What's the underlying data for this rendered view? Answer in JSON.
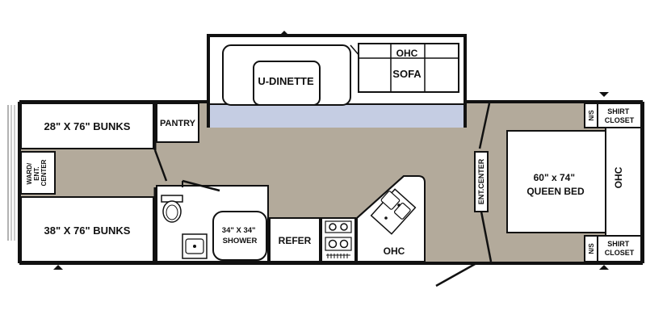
{
  "floorplan": {
    "colors": {
      "wall": "#111111",
      "floor": "#b3aa9b",
      "room": "#ffffff",
      "slideout_floor": "#c5cde3",
      "fixture": "#8a8a8a"
    },
    "labels": {
      "bunk_top": "28\" X 76\" BUNKS",
      "bunk_bottom": "38\" X 76\" BUNKS",
      "wardrobe": [
        "WARD/",
        "ENT.",
        "CENTER"
      ],
      "pantry": "PANTRY",
      "dinette": "U-DINETTE",
      "sofa": "SOFA",
      "ohc_sofa": "OHC",
      "shower": [
        "34\" X 34\"",
        "SHOWER"
      ],
      "refer": "REFER",
      "ohc_kitchen": "OHC",
      "ent_center": "ENT.CENTER",
      "queen_bed": [
        "60\" x 74\"",
        "QUEEN BED"
      ],
      "ohc_bedroom": "OHC",
      "ns_top": [
        "N/S"
      ],
      "ns_bottom": [
        "N/S"
      ],
      "shirt_closet_top": [
        "SHIRT",
        "CLOSET"
      ],
      "shirt_closet_bottom": [
        "SHIRT",
        "CLOSET"
      ]
    }
  }
}
